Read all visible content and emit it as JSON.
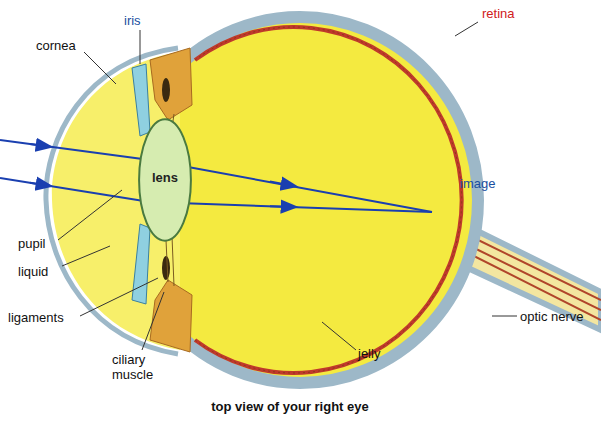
{
  "diagram": {
    "caption": "top view of your right eye",
    "nodes": [
      {
        "text": [
          "lens"
        ]
      }
    ],
    "labels": [
      "retina",
      "iris",
      "cornea",
      "image",
      "pupil",
      "liquid",
      "ligaments",
      "ciliary muscle",
      "jelly",
      "optic nerve"
    ]
  }
}
